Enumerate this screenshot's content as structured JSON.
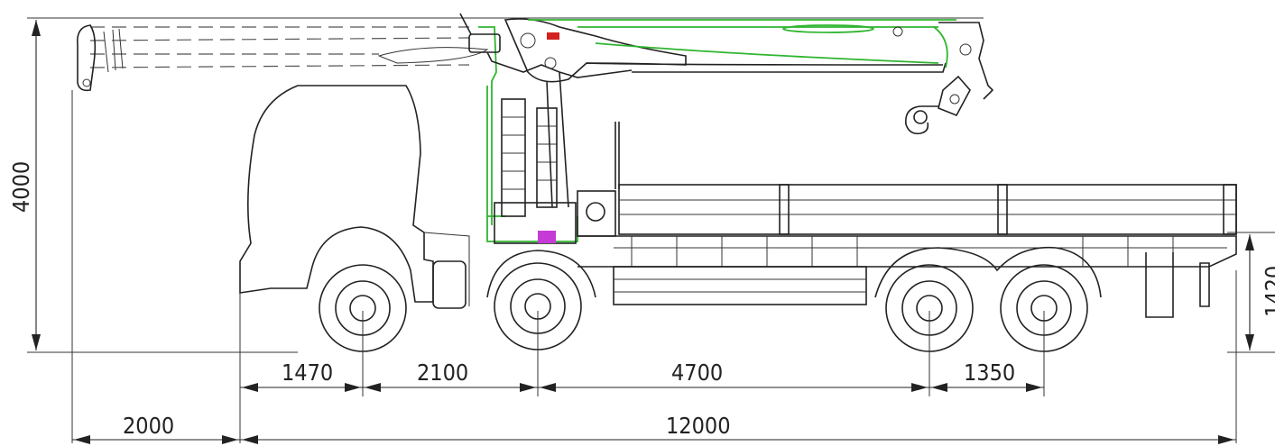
{
  "colors": {
    "line": "#222222",
    "crane_highlight": "#2fb52f",
    "hydraulic_tank": "#c43bd6",
    "marker_red": "#d42020",
    "background": "#ffffff"
  },
  "dimensions": {
    "overall_height": "4000",
    "platform_height": "1420",
    "front_overhang": "1470",
    "wheelbase_1": "2100",
    "wheelbase_2": "4700",
    "rear_axle_spacing": "1350",
    "crane_reach_front": "2000",
    "overall_length": "12000"
  },
  "icons": {
    "hook": "crane-hook-icon",
    "wheel": "wheel-icon"
  }
}
